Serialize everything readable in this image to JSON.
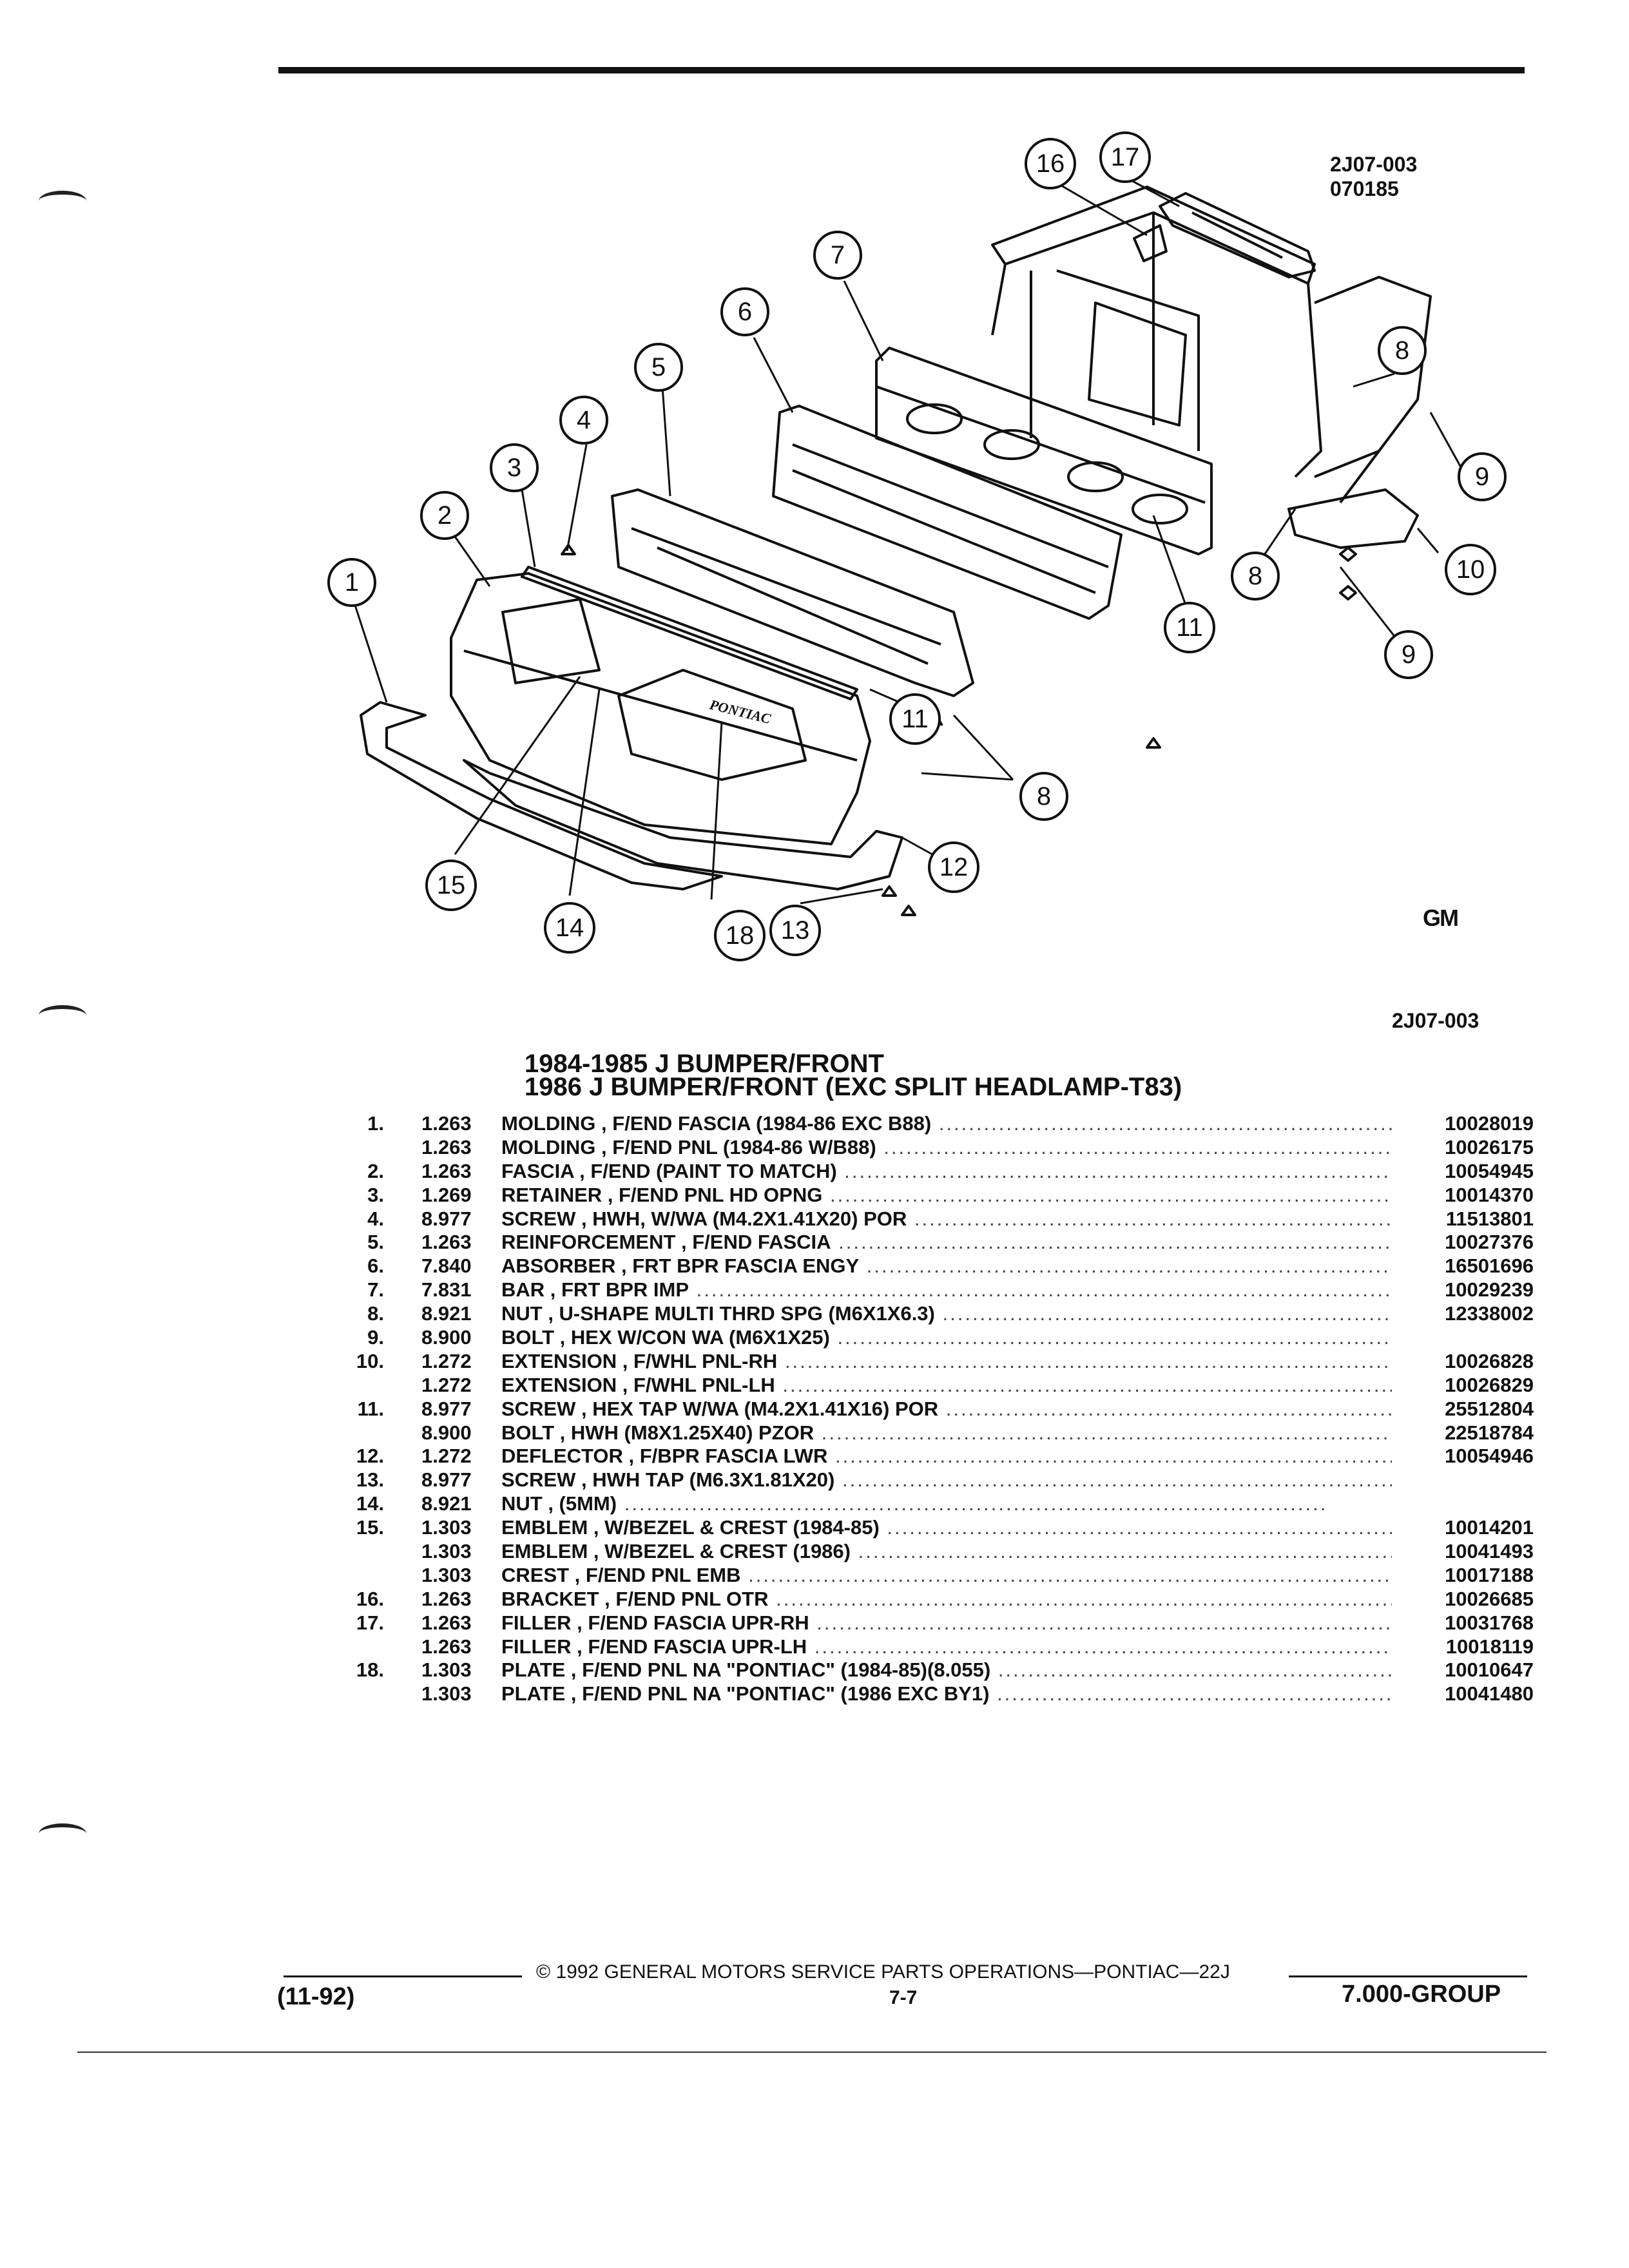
{
  "figure": {
    "code": "2J07-003",
    "date_code": "070185",
    "code_repeat": "2J07-003",
    "logo": "GM",
    "emblem_text": "PONTIAC",
    "callouts": [
      {
        "label": "1"
      },
      {
        "label": "2"
      },
      {
        "label": "3"
      },
      {
        "label": "4"
      },
      {
        "label": "5"
      },
      {
        "label": "6"
      },
      {
        "label": "7"
      },
      {
        "label": "8"
      },
      {
        "label": "8"
      },
      {
        "label": "8"
      },
      {
        "label": "9"
      },
      {
        "label": "9"
      },
      {
        "label": "10"
      },
      {
        "label": "11"
      },
      {
        "label": "11"
      },
      {
        "label": "12"
      },
      {
        "label": "13"
      },
      {
        "label": "14"
      },
      {
        "label": "15"
      },
      {
        "label": "16"
      },
      {
        "label": "17"
      },
      {
        "label": "18"
      }
    ]
  },
  "heading": {
    "line1": "1984-1985 J BUMPER/FRONT",
    "line2": "1986 J BUMPER/FRONT (EXC SPLIT HEADLAMP-T83)"
  },
  "parts": [
    {
      "num": "1.",
      "grp": "1.263",
      "desc": "MOLDING , F/END FASCIA (1984-86 EXC B88)",
      "pn": "10028019"
    },
    {
      "num": "",
      "grp": "1.263",
      "desc": "MOLDING , F/END PNL (1984-86 W/B88)",
      "pn": "10026175"
    },
    {
      "num": "2.",
      "grp": "1.263",
      "desc": "FASCIA , F/END (PAINT TO MATCH)",
      "pn": "10054945"
    },
    {
      "num": "3.",
      "grp": "1.269",
      "desc": "RETAINER , F/END PNL HD OPNG",
      "pn": "10014370"
    },
    {
      "num": "4.",
      "grp": "8.977",
      "desc": "SCREW , HWH, W/WA (M4.2X1.41X20) POR",
      "pn": "11513801"
    },
    {
      "num": "5.",
      "grp": "1.263",
      "desc": "REINFORCEMENT , F/END FASCIA",
      "pn": "10027376"
    },
    {
      "num": "6.",
      "grp": "7.840",
      "desc": "ABSORBER , FRT BPR FASCIA ENGY",
      "pn": "16501696"
    },
    {
      "num": "7.",
      "grp": "7.831",
      "desc": "BAR , FRT BPR IMP",
      "pn": "10029239"
    },
    {
      "num": "8.",
      "grp": "8.921",
      "desc": "NUT , U-SHAPE MULTI THRD SPG (M6X1X6.3)",
      "pn": "12338002"
    },
    {
      "num": "9.",
      "grp": "8.900",
      "desc": "BOLT , HEX W/CON WA (M6X1X25)",
      "pn": ""
    },
    {
      "num": "10.",
      "grp": "1.272",
      "desc": "EXTENSION , F/WHL PNL-RH",
      "pn": "10026828"
    },
    {
      "num": "",
      "grp": "1.272",
      "desc": "EXTENSION , F/WHL PNL-LH",
      "pn": "10026829"
    },
    {
      "num": "11.",
      "grp": "8.977",
      "desc": "SCREW , HEX TAP W/WA (M4.2X1.41X16) POR",
      "pn": "25512804"
    },
    {
      "num": "",
      "grp": "8.900",
      "desc": "BOLT , HWH (M8X1.25X40) PZOR",
      "pn": "22518784"
    },
    {
      "num": "12.",
      "grp": "1.272",
      "desc": "DEFLECTOR , F/BPR FASCIA LWR",
      "pn": "10054946"
    },
    {
      "num": "13.",
      "grp": "8.977",
      "desc": "SCREW , HWH TAP (M6.3X1.81X20)",
      "pn": ""
    },
    {
      "num": "14.",
      "grp": "8.921",
      "desc": "NUT , (5MM)",
      "pn": ""
    },
    {
      "num": "15.",
      "grp": "1.303",
      "desc": "EMBLEM , W/BEZEL & CREST (1984-85)",
      "pn": "10014201"
    },
    {
      "num": "",
      "grp": "1.303",
      "desc": "EMBLEM , W/BEZEL & CREST (1986)",
      "pn": "10041493"
    },
    {
      "num": "",
      "grp": "1.303",
      "desc": "CREST , F/END PNL EMB",
      "pn": "10017188"
    },
    {
      "num": "16.",
      "grp": "1.263",
      "desc": "BRACKET , F/END PNL OTR",
      "pn": "10026685"
    },
    {
      "num": "17.",
      "grp": "1.263",
      "desc": "FILLER , F/END FASCIA UPR-RH",
      "pn": "10031768"
    },
    {
      "num": "",
      "grp": "1.263",
      "desc": "FILLER , F/END FASCIA UPR-LH",
      "pn": "10018119"
    },
    {
      "num": "18.",
      "grp": "1.303",
      "desc": "PLATE , F/END PNL NA \"PONTIAC\" (1984-85)(8.055)",
      "pn": "10010647"
    },
    {
      "num": "",
      "grp": "1.303",
      "desc": "PLATE , F/END PNL NA \"PONTIAC\" (1986 EXC BY1)",
      "pn": "10041480"
    }
  ],
  "footer": {
    "copyright": "© 1992 GENERAL MOTORS SERVICE PARTS OPERATIONS—PONTIAC—22J",
    "date": "(11-92)",
    "page": "7-7",
    "group": "7.000-GROUP"
  }
}
